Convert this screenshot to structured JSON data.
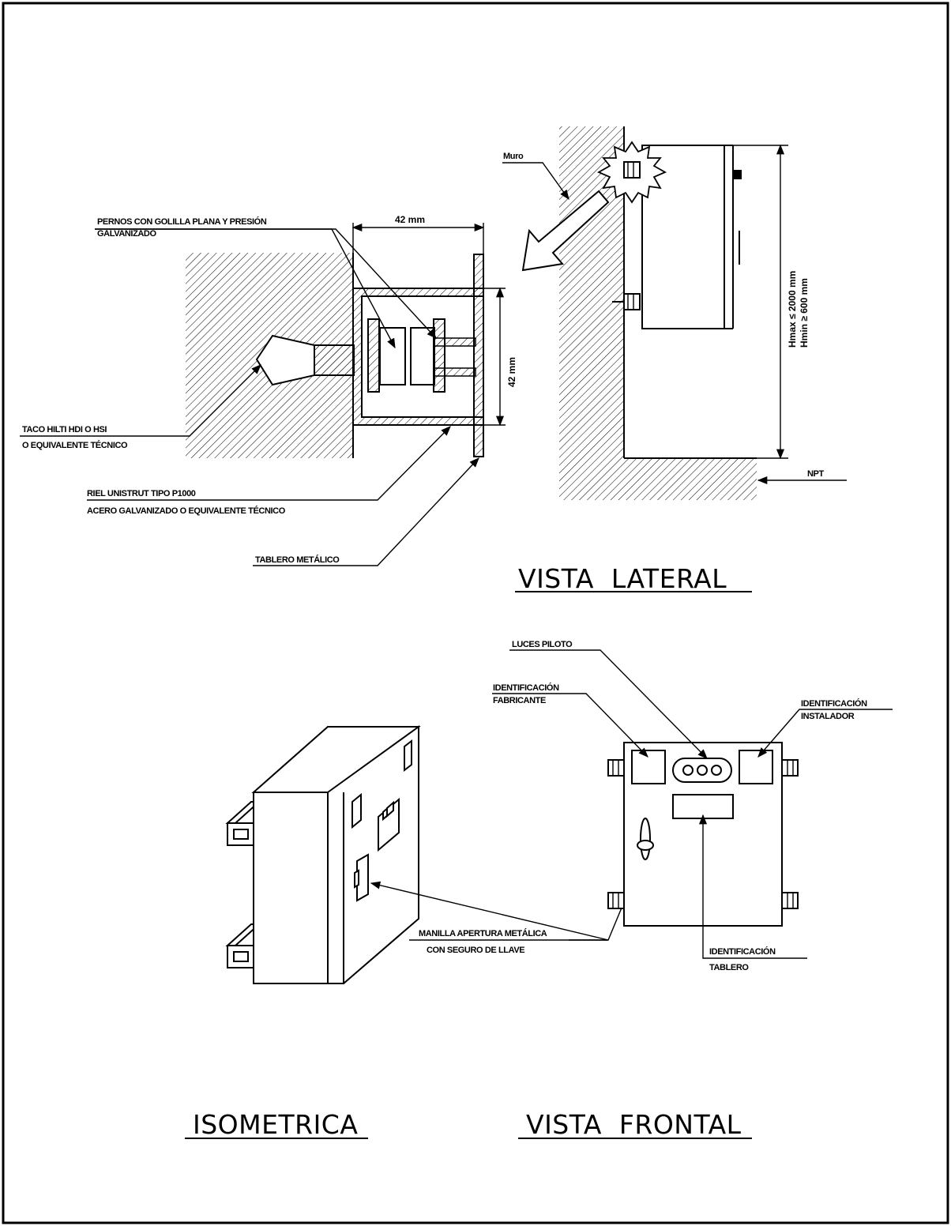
{
  "labels": {
    "pernos": "PERNOS CON GOLILLA PLANA Y PRESIÓN",
    "galvanizado": "GALVANIZADO",
    "dim_h": "42 mm",
    "dim_v": "42 mm",
    "taco_1": "TACO HILTI HDI O HSI",
    "taco_2": "O EQUIVALENTE TÉCNICO",
    "riel_1": "RIEL UNISTRUT TIPO P1000",
    "riel_2": "ACERO GALVANIZADO O EQUIVALENTE TÉCNICO",
    "tablero_metalico": "TABLERO METÁLICO",
    "muro": "Muro",
    "hmax": "Hmax ≤ 2000 mm",
    "hmin": "Hmin ≥ 600 mm",
    "npt": "NPT",
    "luces_piloto": "LUCES PILOTO",
    "id_fab_1": "IDENTIFICACIÓN",
    "id_fab_2": "FABRICANTE",
    "id_inst_1": "IDENTIFICACIÓN",
    "id_inst_2": "INSTALADOR",
    "manilla_1": "MANILLA APERTURA METÁLICA",
    "manilla_2": "CON SEGURO DE LLAVE",
    "id_tab_1": "IDENTIFICACIÓN",
    "id_tab_2": "TABLERO"
  },
  "titles": {
    "lateral": "VISTA  LATERAL",
    "isometrica": "ISOMETRICA",
    "frontal": "VISTA  FRONTAL"
  },
  "colors": {
    "line": "#000000",
    "background": "#ffffff"
  }
}
